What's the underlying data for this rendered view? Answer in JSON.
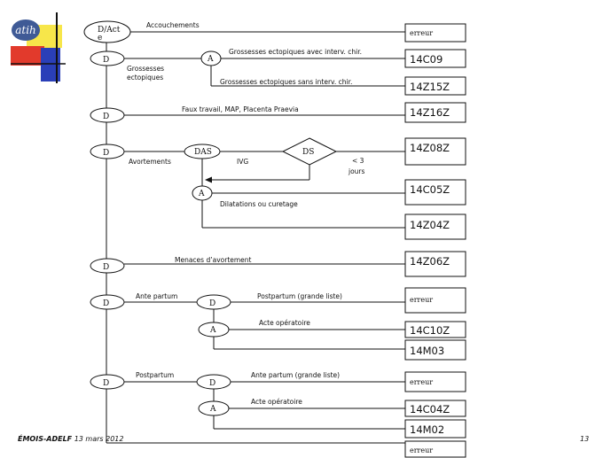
{
  "logo": {
    "text": "atih",
    "colors": {
      "yellow": "#f7e64a",
      "red": "#e23a2c",
      "blue": "#2a3fb8",
      "oval": "#3f5a96"
    }
  },
  "nodes": {
    "d_act_top": "D/Act",
    "d_act_bottom": "e",
    "d": "D",
    "a": "A",
    "das": "DAS",
    "ds": "DS"
  },
  "labels": {
    "accouchements": "Accouchements",
    "grossesses_ectopiques_line1": "Grossesses",
    "grossesses_ectopiques_line2": "ectopiques",
    "ge_avec": "Grossesses ectopiques avec interv. chir.",
    "ge_sans": "Grossesses ectopiques sans interv. chir.",
    "faux_travail": "Faux travail, MAP, Placenta Praevia",
    "avortements": "Avortements",
    "ivg": "IVG",
    "lt3_line1": "< 3",
    "lt3_line2": "jours",
    "dilatations": "Dilatations ou curetage",
    "menaces": "Menaces d’avortement",
    "ante_partum": "Ante partum",
    "postpartum_grande": "Postpartum (grande liste)",
    "acte_operatoire": "Acte opératoire",
    "postpartum": "Postpartum",
    "ante_partum_grande": "Ante partum (grande liste)"
  },
  "codes": {
    "erreur": "erreur",
    "c1": "14C09",
    "c2": "14Z15Z",
    "c3": "14Z16Z",
    "c4": "14Z08Z",
    "c5": "14C05Z",
    "c6": "14Z04Z",
    "c7": "14Z06Z",
    "c8": "14C10Z",
    "c9": "14M03",
    "c10": "14C04Z",
    "c11": "14M02"
  },
  "footer": {
    "left_bold": "ÉMOIS-ADELF",
    "left_date": "13 mars 2012",
    "page": "13"
  }
}
